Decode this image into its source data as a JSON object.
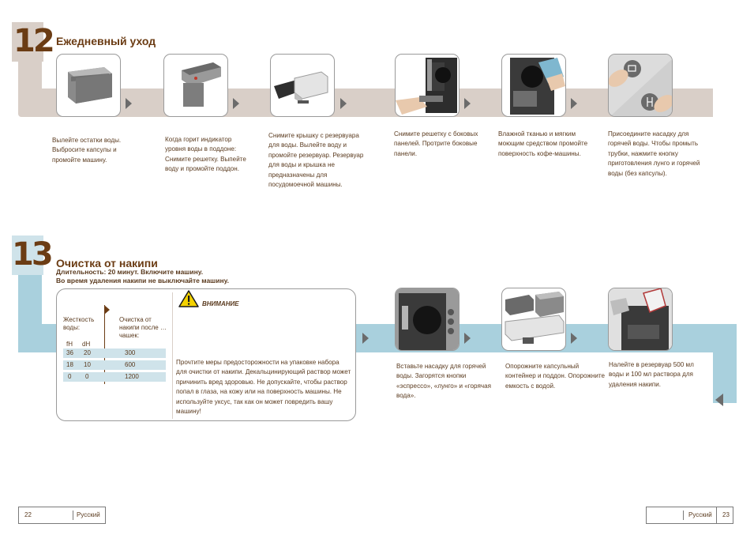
{
  "section12": {
    "number": "12",
    "title": "Ежедневный уход",
    "steps": [
      "Вылейте остатки воды. Выбросите капсулы и промойте машину.",
      "Когда горит индикатор уровня воды в поддоне: Снимите решетку. Выпейте воду и промойте поддон.",
      "Снимите крышку с резервуара для воды. Вылейте воду и промойте резервуар. Резервуар для воды и крышка не предназначены для посудомоечной машины.",
      "Снимите решетку с боковых панелей. Протрите боковые панели.",
      "Влажной тканью и мягким моющим средством промойте поверхность кофе-машины.",
      "Присоедините насадку для горячей воды. Чтобы промыть трубки, нажмите кнопку приготовления лунго и горячей воды (без капсулы)."
    ]
  },
  "section13": {
    "number": "13",
    "title": "Очистка от накипи",
    "subtitle_line1": "Длительность: 20 минут. Включите машину.",
    "subtitle_line2": "Во время удаления накипи не выключайте машину.",
    "warning_label": "ВНИМАНИЕ",
    "table": {
      "col1_header": "Жесткость воды:",
      "col2_header": "Очистка от накипи после … чашек:",
      "unit1": "fH",
      "unit2": "dH",
      "rows": [
        {
          "fh": "36",
          "dh": "20",
          "cups": "300"
        },
        {
          "fh": "18",
          "dh": "10",
          "cups": "600"
        },
        {
          "fh": "0",
          "dh": "0",
          "cups": "1200"
        }
      ]
    },
    "warning_text": "Прочтите меры предосторожности на упаковке набора для очистки от накипи. Декальцинирующий раствор может причинить вред здоровью. Не допускайте, чтобы раствор попал в глаза, на кожу или на поверхность машины. Не используйте уксус, так как он может повредить вашу машину!",
    "steps": [
      "Вставьте насадку для горячей воды. Загорятся кнопки «эспрессо», «лунго» и «горячая вода».",
      "Опорожните капсульный контейнер и поддон. Опорожните емкость с водой.",
      "Налейте в резервуар 500 мл воды и 100 мл раствора для удаления накипи."
    ]
  },
  "footer": {
    "left_page": "22",
    "left_lang": "Русский",
    "right_lang": "Русский",
    "right_page": "23"
  },
  "colors": {
    "band12": "#d9cfc8",
    "band13": "#a9d0dd",
    "number12": "#6b3c14",
    "number13": "#6b3c14"
  }
}
